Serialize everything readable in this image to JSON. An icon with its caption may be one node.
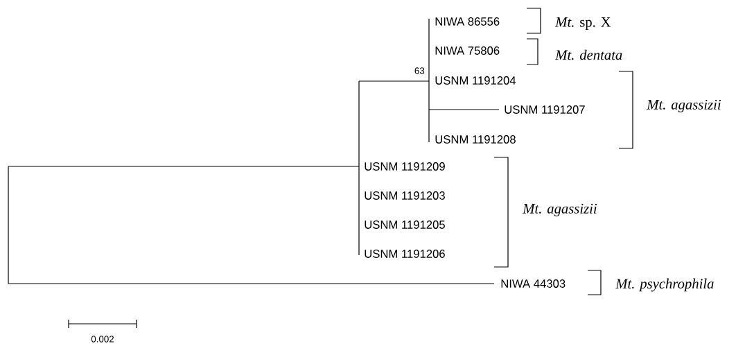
{
  "diagram": {
    "labels": [
      "NIWA 86556",
      "*Mt.* sp. X",
      "NIWA 75806",
      "Mt. dentata",
      "63",
      "USNM 1191204",
      "USNM 1191207",
      "Mt. agassizii",
      "USNM 1191208",
      "USNM 1191209",
      "USNM 1191203",
      "Mt. agassizii",
      "USNM 1191205",
      "USNM 1191206",
      "NIWA 44303",
      "Mt. psychrophila",
      "0.002"
    ]
  }
}
